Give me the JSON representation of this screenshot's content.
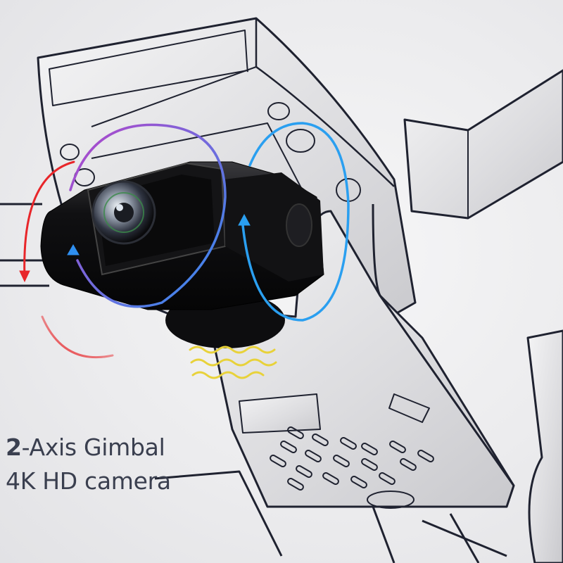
{
  "product": {
    "subject": "drone-gimbal-camera",
    "caption": {
      "line1_number": "2",
      "line1_rest": "-Axis Gimbal",
      "line2": "4K HD camera"
    }
  },
  "annotations": {
    "tilt_arrow": {
      "color": "#e8262a",
      "meaning": "tilt-rotation"
    },
    "roll_arc_top": {
      "color_start": "#b544c8",
      "color_end": "#2f8ff0",
      "meaning": "roll-rotation"
    },
    "pan_arc_right": {
      "color": "#2a9ff0",
      "meaning": "axis-rotation"
    },
    "vibration_waves": {
      "color": "#e8d23a",
      "count": 3,
      "meaning": "vibration-damping"
    }
  },
  "colors": {
    "background": "#ececee",
    "outline": "#1f2230",
    "camera_body": "#0c0c0e",
    "text": "#3a3f4f"
  }
}
